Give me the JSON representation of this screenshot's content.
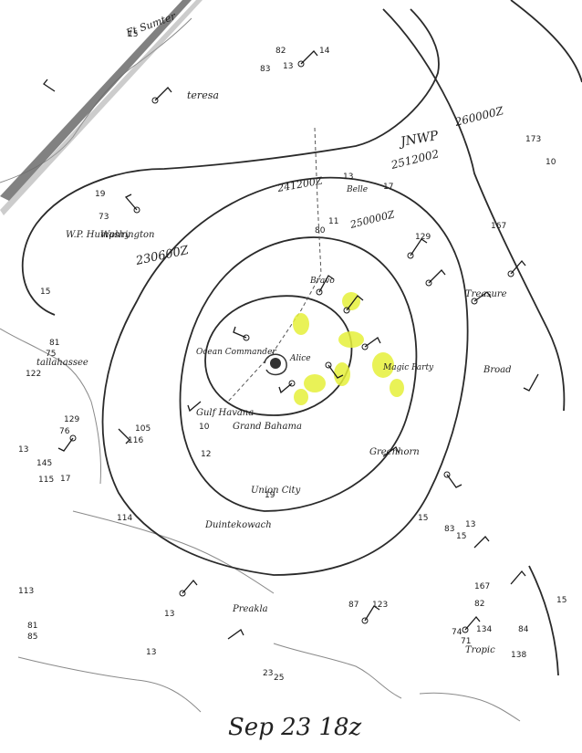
{
  "map": {
    "date_label": "Sep 23 18z",
    "colors": {
      "isobar": "#2a2a2a",
      "coast": "#8a8a8a",
      "highlight": "#e6f03a",
      "ink": "#1a1a1a",
      "band": "#6b6b6b"
    },
    "time_labels": [
      {
        "id": "t1",
        "text": "JNWP"
      },
      {
        "id": "t2",
        "text": "230600Z"
      },
      {
        "id": "t3",
        "text": "2512002"
      },
      {
        "id": "t4",
        "text": "241200Z"
      },
      {
        "id": "t5",
        "text": "250000Z"
      },
      {
        "id": "t6",
        "text": "260000Z"
      }
    ],
    "place_labels": [
      {
        "id": "p1",
        "text": "Ft Sumter"
      },
      {
        "id": "p2",
        "text": "teresa"
      },
      {
        "id": "p3",
        "text": "Washington"
      },
      {
        "id": "p4",
        "text": "W.P. Humphry"
      },
      {
        "id": "p5",
        "text": "tallahassee"
      },
      {
        "id": "p6",
        "text": "Gulf Havana"
      },
      {
        "id": "p7",
        "text": "Grand Bahama"
      },
      {
        "id": "p8",
        "text": "Greenhorn"
      },
      {
        "id": "p9",
        "text": "Treasure"
      },
      {
        "id": "p10",
        "text": "Alice"
      },
      {
        "id": "p11",
        "text": "Union City"
      },
      {
        "id": "p12",
        "text": "Duintekowach"
      },
      {
        "id": "p13",
        "text": "Preakla"
      },
      {
        "id": "p14",
        "text": "Ocean Commander"
      },
      {
        "id": "p15",
        "text": "Broad"
      },
      {
        "id": "p16",
        "text": "Tropic"
      },
      {
        "id": "p17",
        "text": "Bravo"
      },
      {
        "id": "p18",
        "text": "Magic Party"
      },
      {
        "id": "p19",
        "text": "Belle"
      }
    ],
    "station_numbers": [
      "13",
      "14",
      "82",
      "83",
      "15",
      "15",
      "13",
      "17",
      "19",
      "129",
      "167",
      "173",
      "10",
      "15",
      "17",
      "81",
      "75",
      "76",
      "73",
      "80",
      "11",
      "12",
      "13",
      "122",
      "129",
      "145",
      "115",
      "114",
      "105",
      "116",
      "113",
      "81",
      "85",
      "83",
      "15",
      "13",
      "82",
      "123",
      "87",
      "134",
      "167",
      "25",
      "84",
      "71",
      "23",
      "19",
      "10",
      "13",
      "13",
      "15",
      "74",
      "138"
    ],
    "isobars": [
      {
        "id": "outer-loop",
        "label": ""
      },
      {
        "id": "ring-2",
        "label": ""
      },
      {
        "id": "ring-3",
        "label": ""
      },
      {
        "id": "ring-inner",
        "label": ""
      }
    ]
  }
}
